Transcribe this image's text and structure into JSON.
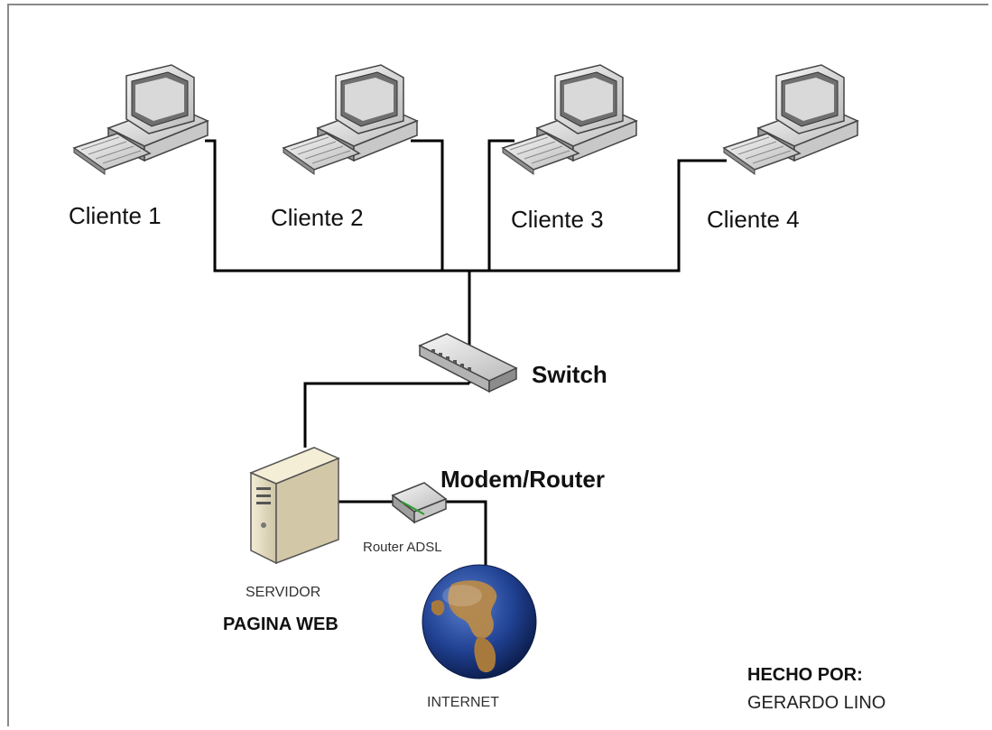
{
  "clients": [
    {
      "label": "Cliente 1"
    },
    {
      "label": "Cliente 2"
    },
    {
      "label": "Cliente 3"
    },
    {
      "label": "Cliente 4"
    }
  ],
  "switch": {
    "label": "Switch"
  },
  "router": {
    "title": "Modem/Router",
    "caption": "Router ADSL"
  },
  "server": {
    "caption": "SERVIDOR",
    "title": "PAGINA WEB"
  },
  "internet": {
    "label": "INTERNET"
  },
  "credits": {
    "heading": "HECHO POR:",
    "author": "GERARDO LINO"
  },
  "colors": {
    "line": "#000000",
    "globe_ocean": "#1f3f8f",
    "globe_land": "#b88a4a",
    "device_body": "#e6e6e6"
  }
}
